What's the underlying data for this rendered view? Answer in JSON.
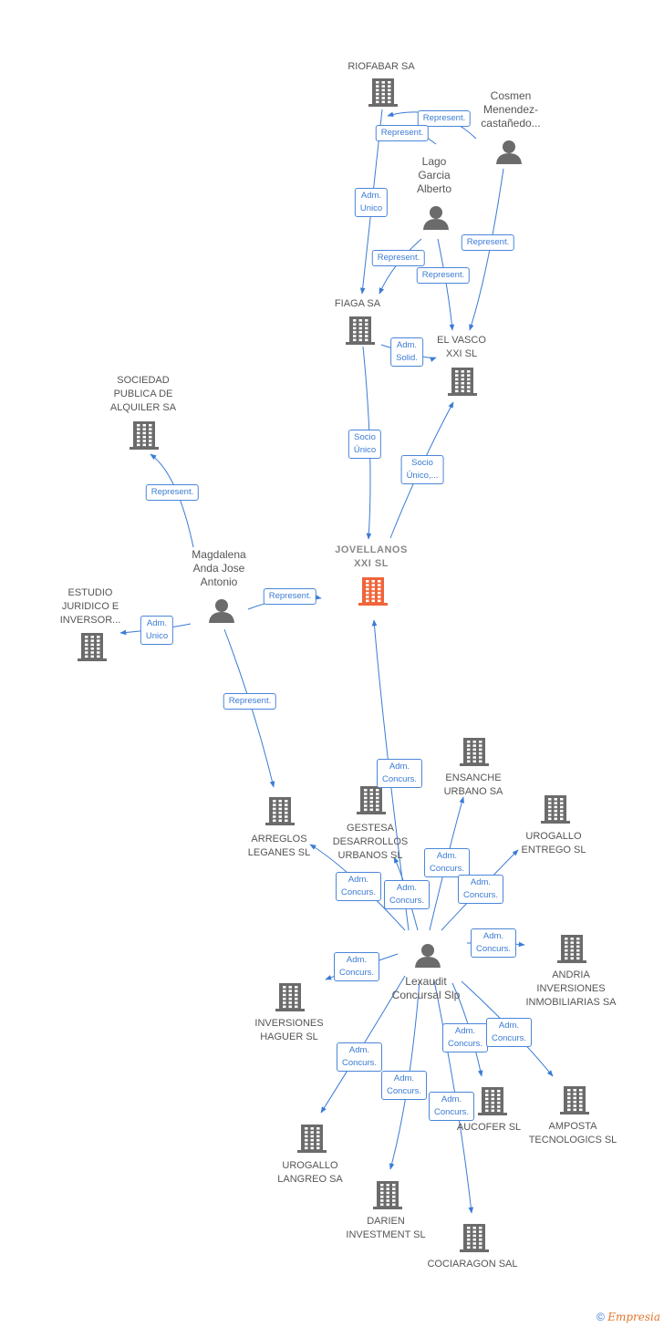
{
  "colors": {
    "edge": "#3a7bd5",
    "icon": "#6b6b6b",
    "focus": "#f0643a",
    "person": "#6b6b6b"
  },
  "nodes": [
    {
      "id": "riofabar",
      "type": "company",
      "label": "RIOFABAR SA"
    },
    {
      "id": "cosmen",
      "type": "person",
      "label": "Cosmen\nMenendez-\ncastañedo..."
    },
    {
      "id": "lago",
      "type": "person",
      "label": "Lago\nGarcia\nAlberto"
    },
    {
      "id": "fiaga",
      "type": "company",
      "label": "FIAGA SA"
    },
    {
      "id": "elvasco",
      "type": "company",
      "label": "EL VASCO\nXXI SL"
    },
    {
      "id": "sociedad",
      "type": "company",
      "label": "SOCIEDAD\nPUBLICA DE\nALQUILER SA"
    },
    {
      "id": "jovellanos",
      "type": "focus",
      "label": "JOVELLANOS\nXXI SL"
    },
    {
      "id": "magdalena",
      "type": "person",
      "label": "Magdalena\nAnda Jose\nAntonio"
    },
    {
      "id": "estudio",
      "type": "company",
      "label": "ESTUDIO\nJURIDICO E\nINVERSOR..."
    },
    {
      "id": "ensanche",
      "type": "company",
      "label": "ENSANCHE\nURBANO SA"
    },
    {
      "id": "gestesa",
      "type": "company",
      "label": "GESTESA\nDESARROLLOS\nURBANOS SL"
    },
    {
      "id": "urogallo_e",
      "type": "company",
      "label": "UROGALLO\nENTREGO SL"
    },
    {
      "id": "arreglos",
      "type": "company",
      "label": "ARREGLOS\nLEGANES SL"
    },
    {
      "id": "lexaudit",
      "type": "person",
      "label": "Lexaudit\nConcursal Slp"
    },
    {
      "id": "andria",
      "type": "company",
      "label": "ANDRIA\nINVERSIONES\nINMOBILIARIAS SA"
    },
    {
      "id": "haguer",
      "type": "company",
      "label": "INVERSIONES\nHAGUER SL"
    },
    {
      "id": "aucofer",
      "type": "company",
      "label": "AUCOFER SL"
    },
    {
      "id": "amposta",
      "type": "company",
      "label": "AMPOSTA\nTECNOLOGICS SL"
    },
    {
      "id": "urogallo_l",
      "type": "company",
      "label": "UROGALLO\nLANGREO SA"
    },
    {
      "id": "darien",
      "type": "company",
      "label": "DARIEN\nINVESTMENT SL"
    },
    {
      "id": "cociaragon",
      "type": "company",
      "label": "COCIARAGON SAL"
    }
  ],
  "edges": [
    {
      "from": "cosmen",
      "to": "riofabar",
      "label": "Represent."
    },
    {
      "from": "lago",
      "to": "riofabar",
      "label": "Represent."
    },
    {
      "from": "riofabar",
      "to": "fiaga",
      "label": "Adm.\nUnico"
    },
    {
      "from": "cosmen",
      "to": "elvasco",
      "label": "Represent."
    },
    {
      "from": "lago",
      "to": "fiaga",
      "label": "Represent."
    },
    {
      "from": "lago",
      "to": "elvasco",
      "label": "Represent."
    },
    {
      "from": "fiaga",
      "to": "elvasco",
      "label": "Adm.\nSolid."
    },
    {
      "from": "fiaga",
      "to": "jovellanos",
      "label": "Socio\nÚnico"
    },
    {
      "from": "jovellanos",
      "to": "elvasco",
      "label": "Socio\nÚnico,..."
    },
    {
      "from": "magdalena",
      "to": "sociedad",
      "label": "Represent."
    },
    {
      "from": "magdalena",
      "to": "jovellanos",
      "label": "Represent."
    },
    {
      "from": "magdalena",
      "to": "estudio",
      "label": "Adm.\nUnico"
    },
    {
      "from": "magdalena",
      "to": "arreglos",
      "label": "Represent."
    },
    {
      "from": "lexaudit",
      "to": "jovellanos",
      "label": "Adm.\nConcurs."
    },
    {
      "from": "lexaudit",
      "to": "arreglos",
      "label": "Adm.\nConcurs."
    },
    {
      "from": "lexaudit",
      "to": "gestesa",
      "label": "Adm.\nConcurs."
    },
    {
      "from": "lexaudit",
      "to": "ensanche",
      "label": "Adm.\nConcurs."
    },
    {
      "from": "lexaudit",
      "to": "urogallo_e",
      "label": "Adm.\nConcurs."
    },
    {
      "from": "lexaudit",
      "to": "andria",
      "label": "Adm.\nConcurs."
    },
    {
      "from": "lexaudit",
      "to": "haguer",
      "label": "Adm.\nConcurs."
    },
    {
      "from": "lexaudit",
      "to": "aucofer",
      "label": "Adm.\nConcurs."
    },
    {
      "from": "lexaudit",
      "to": "amposta",
      "label": "Adm.\nConcurs."
    },
    {
      "from": "lexaudit",
      "to": "urogallo_l",
      "label": "Adm.\nConcurs."
    },
    {
      "from": "lexaudit",
      "to": "darien",
      "label": "Adm.\nConcurs."
    },
    {
      "from": "lexaudit",
      "to": "cociaragon",
      "label": "Adm.\nConcurs."
    }
  ],
  "footer": {
    "copyright": "©",
    "brand": "Empresia"
  }
}
